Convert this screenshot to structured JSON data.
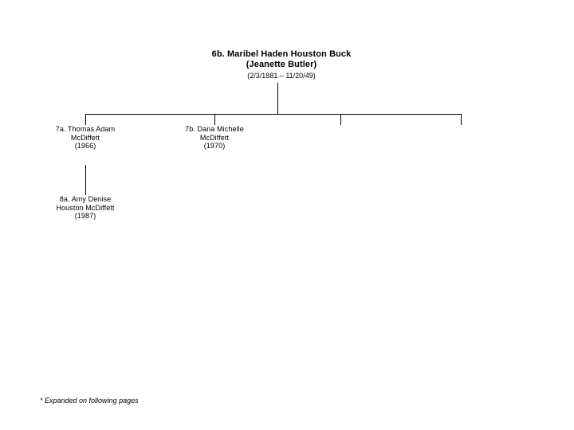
{
  "document": {
    "type": "genealogy-chart",
    "background_color": "#ffffff",
    "line_color": "#000000",
    "text_color": "#000000"
  },
  "root": {
    "id": "6b",
    "name": "6b. Maribel Haden Houston Buck",
    "spouse": "(Jeanette Butler)",
    "dates": "(2/3/1881 – 11/20/49)"
  },
  "children": [
    {
      "id": "7a",
      "name_line_1": "7a. Thomas Adam",
      "name_line_2": "McDiffett",
      "dates": "(1966)"
    },
    {
      "id": "7b",
      "name_line_1": "7b. Dana Michelle",
      "name_line_2": "McDiffett",
      "dates": "(1970)"
    }
  ],
  "grandchildren": [
    {
      "id": "8a",
      "parent": "7a",
      "name_line_1": "8a. Amy Denise",
      "name_line_2": "Houston McDiffett",
      "dates": "(1987)"
    }
  ],
  "footnote": {
    "text": "* Expanded on following pages"
  }
}
